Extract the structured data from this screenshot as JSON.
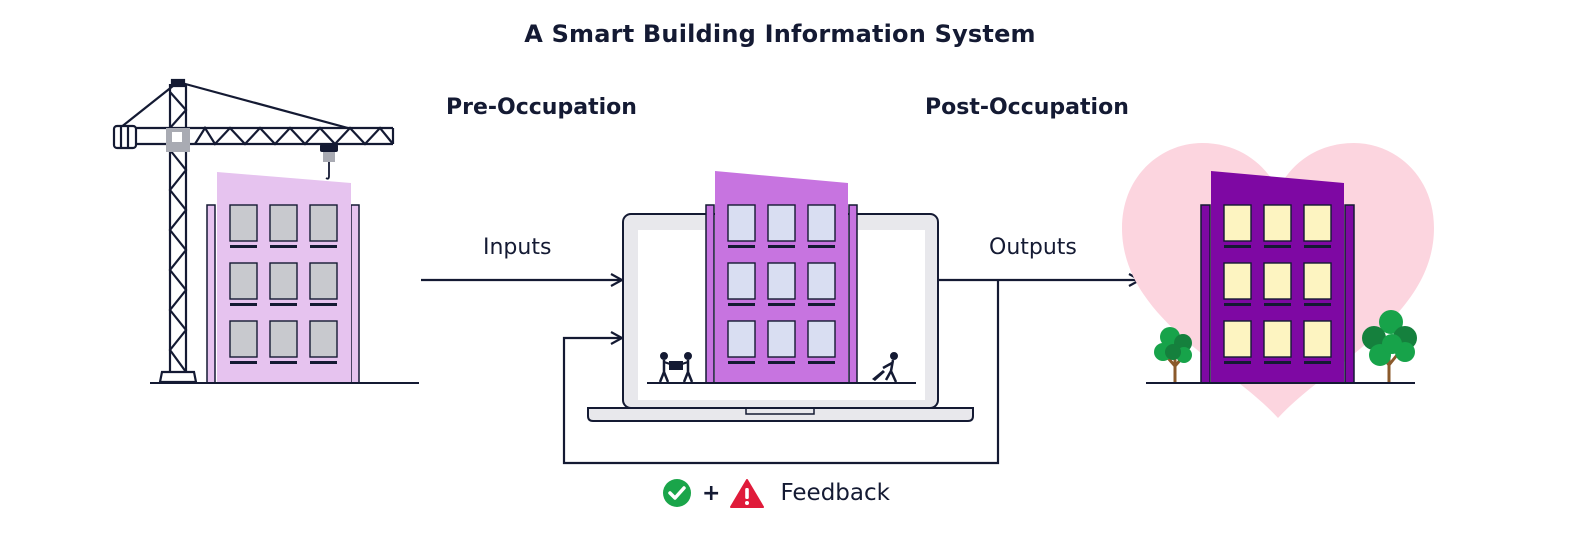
{
  "title": "A Smart Building Information System",
  "phases": {
    "pre": "Pre-Occupation",
    "post": "Post-Occupation"
  },
  "flows": {
    "inputs": "Inputs",
    "outputs": "Outputs"
  },
  "feedback": {
    "plus": "+",
    "label": "Feedback"
  },
  "colors": {
    "ink": "#141a33",
    "building_light": "#e6c3ef",
    "building_medium": "#c774e0",
    "building_dark": "#7e08a3",
    "window_grey": "#c8c9ce",
    "window_blue": "#d9def2",
    "window_yellow": "#fdf4c1",
    "heart_pink": "#fcd5df",
    "check_green": "#1aa54a",
    "warning_red": "#e01b3a",
    "tree_green": "#17a34a",
    "tree_dark": "#15803d"
  },
  "icons": [
    "crane-icon",
    "laptop-icon",
    "people-icon",
    "heart-icon",
    "tree-icon",
    "check-icon",
    "warning-icon"
  ]
}
